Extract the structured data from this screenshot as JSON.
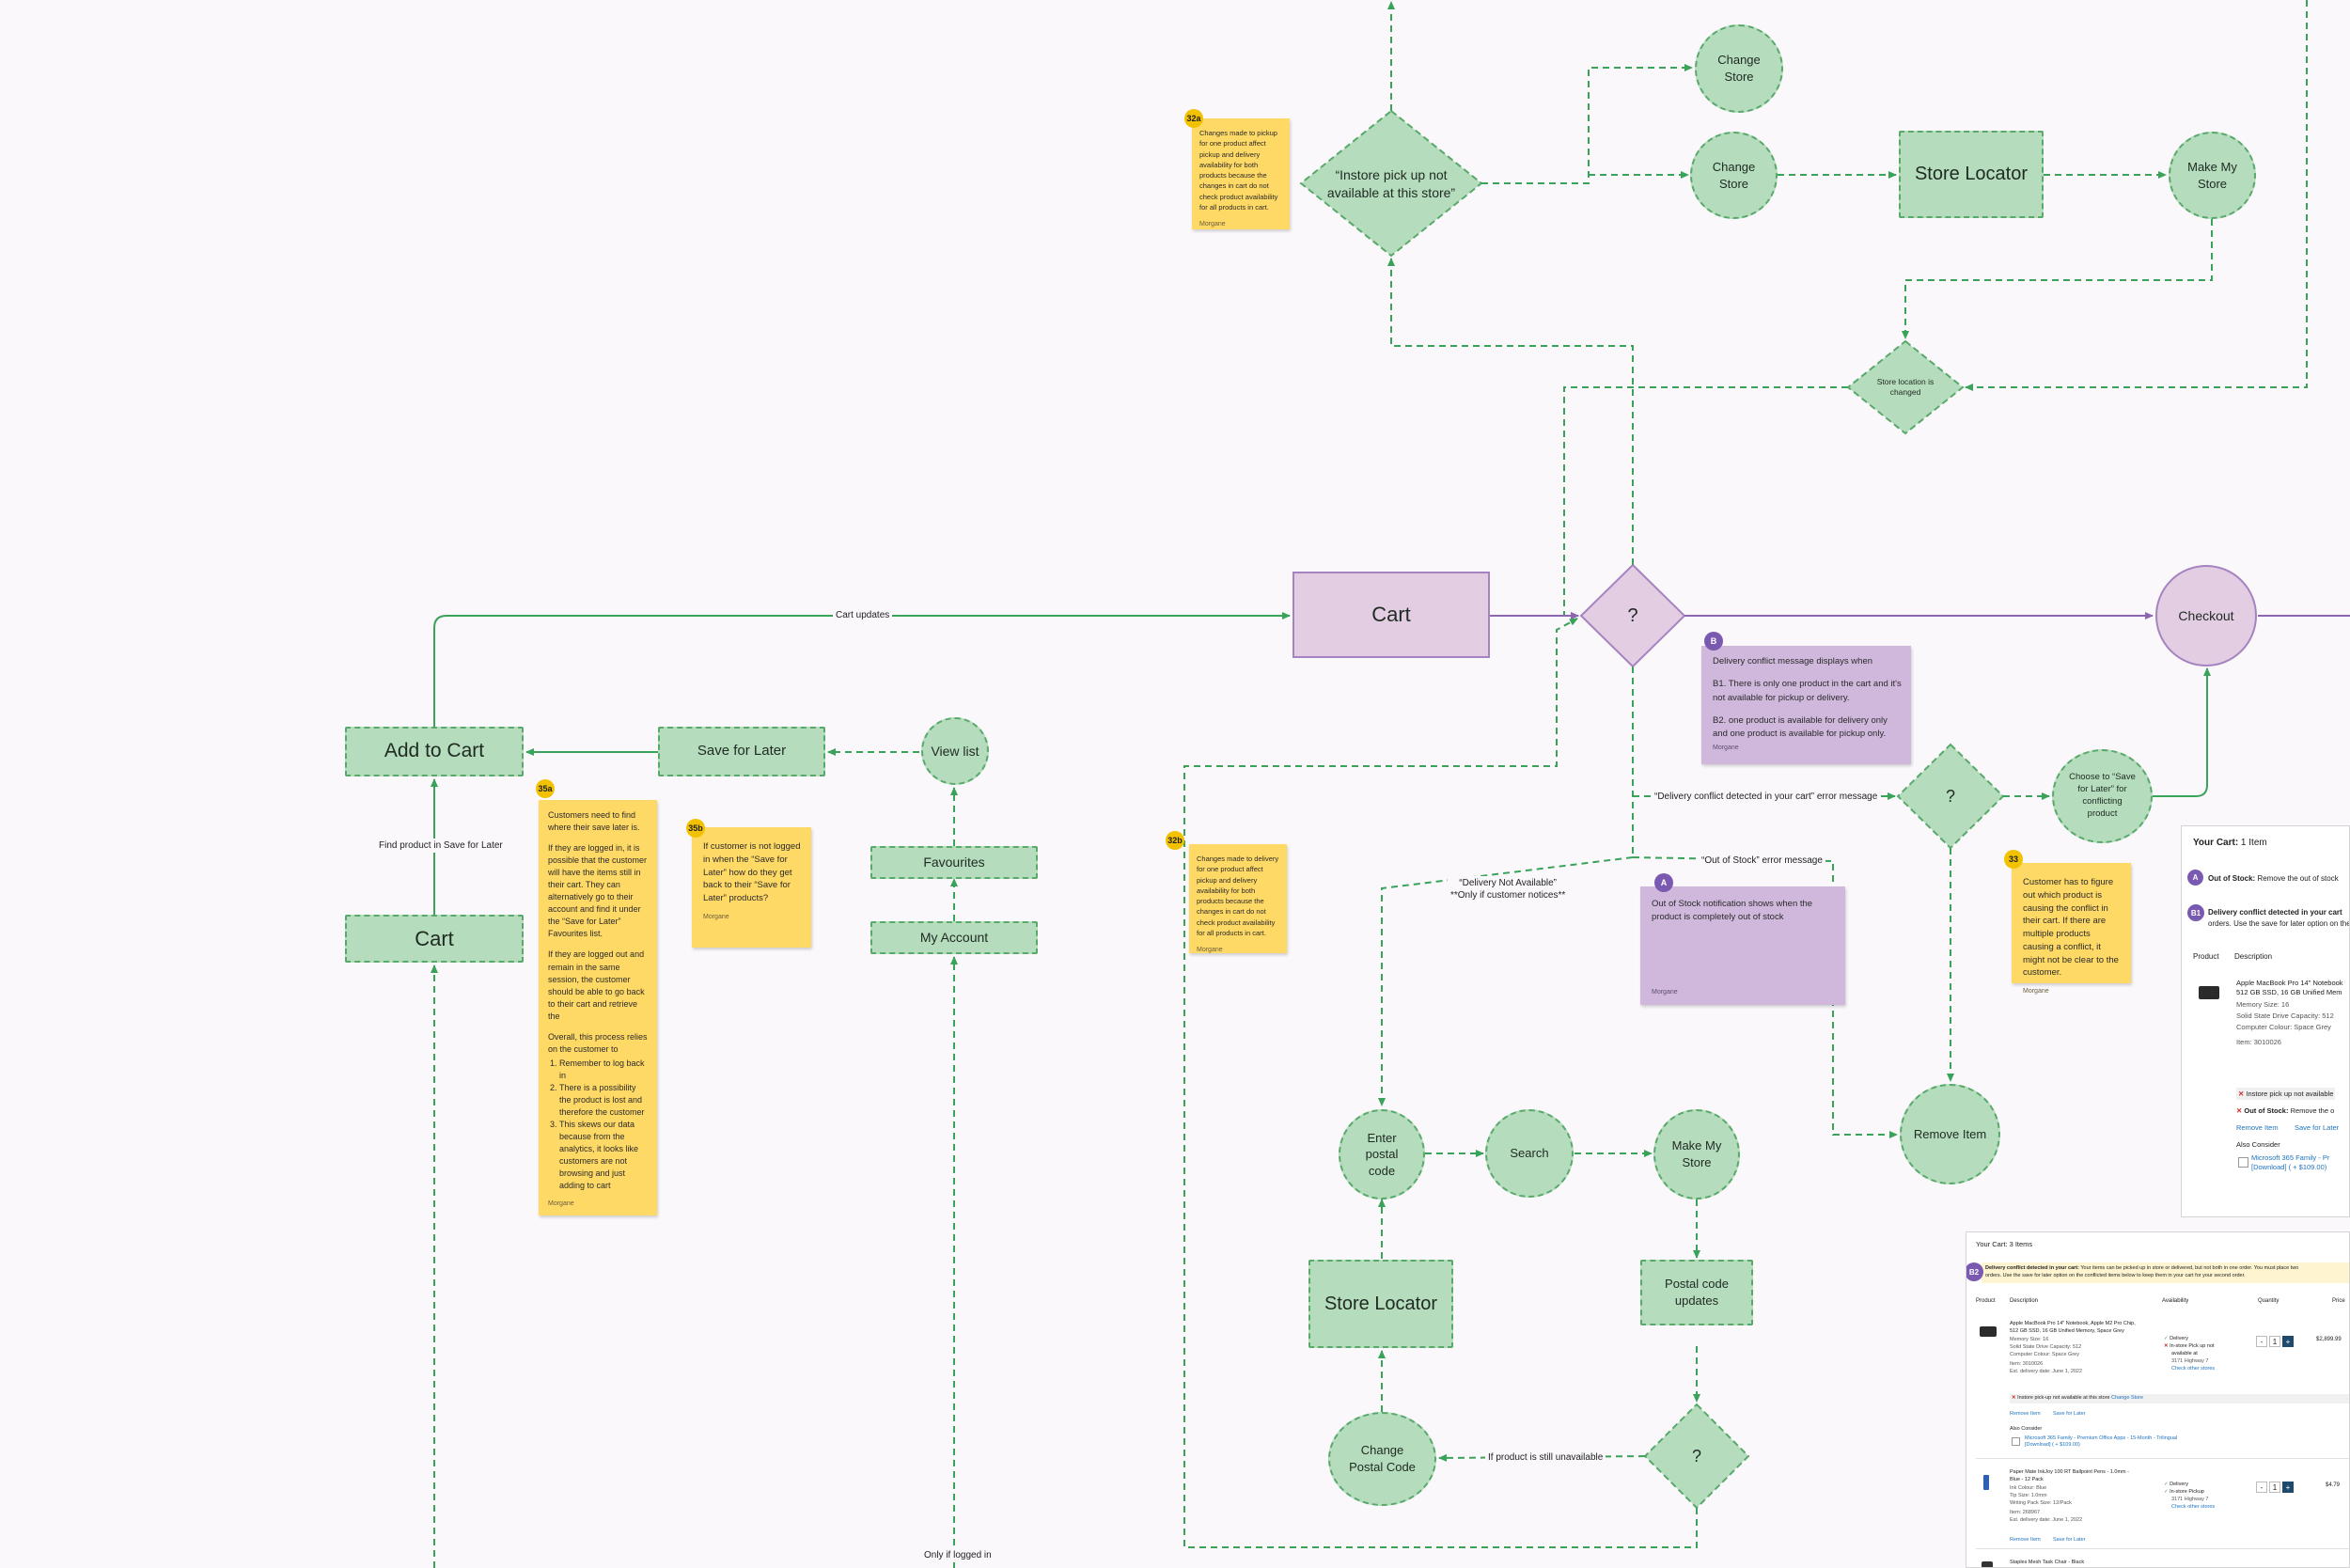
{
  "colors": {
    "green_fill": "#b5dcbd",
    "green_stroke": "#58a96a",
    "purple_fill": "#e3cde3",
    "purple_stroke": "#a583c0",
    "sticky_yellow": "#ffd966",
    "sticky_purple": "#cfb8dc",
    "background": "#faf8fb"
  },
  "nodes": {
    "add_to_cart": "Add to Cart",
    "save_for_later": "Save for Later",
    "view_list": "View list",
    "favourites": "Favourites",
    "my_account": "My Account",
    "cart_green": "Cart",
    "cart_main": "Cart",
    "decision_main": "?",
    "checkout": "Checkout",
    "instore_decision": "“Instore pick up not available at this store”",
    "change_store_top": "Change Store",
    "change_store_mid": "Change Store",
    "store_locator_top": "Store Locator",
    "make_my_store_top": "Make My Store",
    "store_location_changed": "Store location is changed",
    "decision_conflict": "?",
    "choose_save_for_later": "Choose to “Save for Later” for conflicting product",
    "remove_item": "Remove Item",
    "enter_postal_code": "Enter postal code",
    "search": "Search",
    "make_my_store_bottom": "Make My Store",
    "store_locator_bottom": "Store Locator",
    "postal_code_updates": "Postal code updates",
    "change_postal_code": "Change Postal Code",
    "decision_bottom": "?"
  },
  "edge_labels": {
    "cart_updates": "Cart updates",
    "find_product": "Find product in Save for Later",
    "delivery_conflict_msg": "“Delivery conflict detected in your cart” error message",
    "out_of_stock_msg": "“Out of Stock” error message",
    "delivery_not_available_1": "“Delivery Not Available”",
    "delivery_not_available_2": "**Only if customer notices**",
    "if_still_unavailable": "If product is still unavailable",
    "only_if_logged_in": "Only if logged in"
  },
  "stickies": {
    "s32a": {
      "badge": "32a",
      "text": "Changes made to pickup for one product affect pickup and delivery availability for both products because the changes in cart do not check product availability for all products in cart.",
      "author": "Morgane"
    },
    "s32b": {
      "badge": "32b",
      "text": "Changes made to delivery for one product affect pickup and delivery availability for both products because the changes in cart do not check product availability for all products in cart.",
      "author": "Morgane"
    },
    "s35a": {
      "badge": "35a",
      "p1": "Customers need to find where their save later is.",
      "p2": "If they are logged in, it is possible that the customer will have the items still in their cart. They can alternatively go to their account and find it under the “Save for Later” Favourites list.",
      "p3": "If they are logged out and remain in the same session, the customer should be able to go back to their cart and retrieve the",
      "p4": "Overall, this process relies on the customer to",
      "li1": "Remember to log back in",
      "li2": "There is a possibility the product is lost and therefore the customer",
      "li3": "This skews our data because from the analytics, it looks like customers are not browsing and just adding to cart",
      "author": "Morgane"
    },
    "s35b": {
      "badge": "35b",
      "text": "If customer is not logged in when the “Save for Later” how do they get back to their “Save for Later” products?",
      "author": "Morgane"
    },
    "s33": {
      "badge": "33",
      "text": "Customer has to figure out which product is causing the conflict in their cart. If there are multiple products causing a conflict, it might not be clear to the customer.",
      "author": "Morgane"
    },
    "sB": {
      "badge": "B",
      "p1": "Delivery conflict message displays when",
      "p2": "B1. There is only one product in the cart and it's not available for pickup or delivery.",
      "p3": "B2. one product is available for delivery only and one product is available for pickup only.",
      "author": "Morgane"
    },
    "sA": {
      "badge": "A",
      "text": "Out of Stock notification shows when the product is completely out of stock",
      "author": "Morgane"
    }
  },
  "cart1": {
    "title_bold": "Your Cart:",
    "title_rest": " 1 Item",
    "badge_a": "A",
    "oos_bold": "Out of Stock:",
    "oos_rest": " Remove the out of stock",
    "badge_b1": "B1",
    "conflict_bold": "Delivery conflict detected in your cart",
    "conflict_rest": "orders. Use the save for later option on the",
    "col_product": "Product",
    "col_description": "Description",
    "item_name_1": "Apple MacBook Pro 14\" Notebook",
    "item_name_2": "512 GB SSD, 16 GB Unified Mem",
    "spec1": "Memory Size: 16",
    "spec2": "Solid State Drive Capacity: 512",
    "spec3": "Computer Colour: Space Grey",
    "item_no": "Item: 3010026",
    "instore_msg": "Instore pick up not available",
    "oos_line_bold": "Out of Stock:",
    "oos_line_rest": " Remove the o",
    "remove_item": "Remove Item",
    "save_for_later": "Save for Later",
    "also_consider": "Also Consider",
    "addon_1": "Microsoft 365 Family - Pr",
    "addon_2": "[Download] ( + $109.00)"
  },
  "cart2": {
    "title": "Your Cart: 3 Items",
    "badge_b2": "B2",
    "banner_bold": "Delivery conflict detected in your cart:",
    "banner_rest": " Your items can be picked up in store or delivered, but not both in one order. You must place two",
    "banner_line2": "orders. Use the save for later option on the conflicted items below to keep them in your cart for your second order.",
    "col_product": "Product",
    "col_description": "Description",
    "col_availability": "Availability",
    "col_quantity": "Quantity",
    "col_price": "Price",
    "item1_name_1": "Apple MacBook Pro 14\" Notebook, Apple M2 Pro Chip,",
    "item1_name_2": "512 GB SSD, 16 GB Unified Memory, Space Grey",
    "item1_spec1": "Memory Size: 16",
    "item1_spec2": "Solid State Drive Capacity: 512",
    "item1_spec3": "Computer Colour: Space Grey",
    "item1_no": "Item: 3010026",
    "item1_delivery": "Est. delivery date: June 1, 2022",
    "item1_avail_delivery": "Delivery",
    "item1_avail_pickup_1": "In-store Pick up not",
    "item1_avail_pickup_2": "available at",
    "item1_avail_store": "3171 Highway 7",
    "item1_avail_link": "Check other stores",
    "item1_qty": "1",
    "item1_price": "$2,899.99",
    "item1_instore_msg": "Instore pick-up not available at this store",
    "item1_change_store": "Change Store",
    "item1_remove": "Remove Item",
    "item1_save": "Save for Later",
    "also_consider": "Also Consider",
    "addon_1": "Microsoft 365 Family - Premium Office Apps - 15-Month - Trilingual",
    "addon_2": "[Download] ( + $109.00)",
    "item2_name_1": "Paper Mate InkJoy 100 RT Ballpoint Pens - 1.0mm -",
    "item2_name_2": "Blue - 12 Pack",
    "item2_spec1": "Ink Colour: Blue",
    "item2_spec2": "Tip Size: 1.0mm",
    "item2_spec3": "Writing Pack Size: 12/Pack",
    "item2_no": "Item: 268967",
    "item2_delivery": "Est. delivery date: June 1, 2022",
    "item2_avail_delivery": "Delivery",
    "item2_avail_pickup": "In-store Pickup",
    "item2_avail_store": "3171 Highway 7",
    "item2_avail_link": "Check other stores",
    "item2_qty": "1",
    "item2_price": "$4.79",
    "item2_remove": "Remove Item",
    "item2_save": "Save for Later",
    "item3_name": "Staples Mesh Task Chair - Black"
  }
}
